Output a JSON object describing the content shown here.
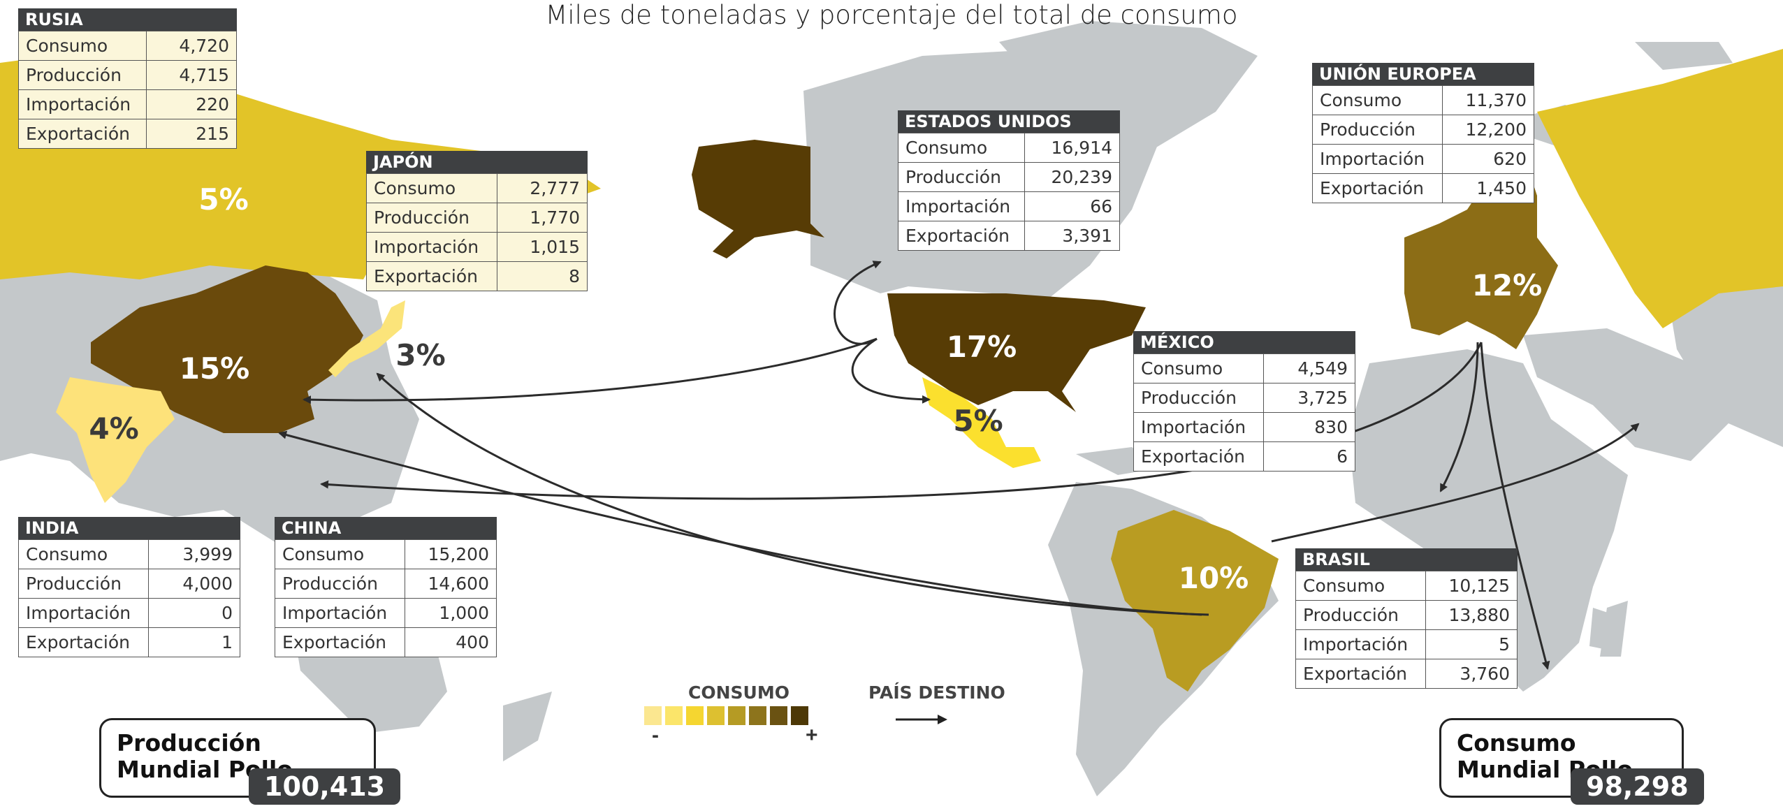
{
  "title": "Miles de toneladas y porcentaje del total de consumo",
  "row_labels": [
    "Consumo",
    "Producción",
    "Importación",
    "Exportación"
  ],
  "countries": [
    {
      "id": "rusia",
      "name": "RUSIA",
      "values": [
        "4,720",
        "4,715",
        "220",
        "215"
      ],
      "percent": "5%",
      "consumo_thousand_t": 4720
    },
    {
      "id": "japon",
      "name": "JAPÓN",
      "values": [
        "2,777",
        "1,770",
        "1,015",
        "8"
      ],
      "percent": "3%",
      "consumo_thousand_t": 2777
    },
    {
      "id": "eeuu",
      "name": "ESTADOS UNIDOS",
      "values": [
        "16,914",
        "20,239",
        "66",
        "3,391"
      ],
      "percent": "17%",
      "consumo_thousand_t": 16914
    },
    {
      "id": "ue",
      "name": "UNIÓN EUROPEA",
      "values": [
        "11,370",
        "12,200",
        "620",
        "1,450"
      ],
      "percent": "12%",
      "consumo_thousand_t": 11370
    },
    {
      "id": "mexico",
      "name": "MÉXICO",
      "values": [
        "4,549",
        "3,725",
        "830",
        "6"
      ],
      "percent": "5%",
      "consumo_thousand_t": 4549
    },
    {
      "id": "india",
      "name": "INDIA",
      "values": [
        "3,999",
        "4,000",
        "0",
        "1"
      ],
      "percent": "4%",
      "consumo_thousand_t": 3999
    },
    {
      "id": "china",
      "name": "CHINA",
      "values": [
        "15,200",
        "14,600",
        "1,000",
        "400"
      ],
      "percent": "15%",
      "consumo_thousand_t": 15200
    },
    {
      "id": "brasil",
      "name": "BRASIL",
      "values": [
        "10,125",
        "13,880",
        "5",
        "3,760"
      ],
      "percent": "10%",
      "consumo_thousand_t": 10125
    }
  ],
  "legend": {
    "consumo_title": "CONSUMO",
    "minus": "-",
    "plus": "+",
    "destino_title": "PAÍS DESTINO",
    "scale_colors": [
      "#fbe790",
      "#fbe56a",
      "#f5d630",
      "#ddc030",
      "#b59b24",
      "#8d741c",
      "#6a5212",
      "#4d3806"
    ]
  },
  "produccion_mundial": {
    "label": "Producción Mundial Pollo",
    "value": "100,413"
  },
  "consumo_mundial": {
    "label": "Consumo Mundial Pollo",
    "value": "98,298"
  },
  "colors": {
    "land": "#c4c8ca",
    "rusia": "#e2c428",
    "japon": "#fbe47a",
    "china": "#6a4a0c",
    "india": "#fde27a",
    "eeuu": "#573c05",
    "alaska": "#573c05",
    "mexico": "#fbe02e",
    "brasil": "#b99c22",
    "ue": "#8c6d16",
    "header": "#3e4042"
  }
}
